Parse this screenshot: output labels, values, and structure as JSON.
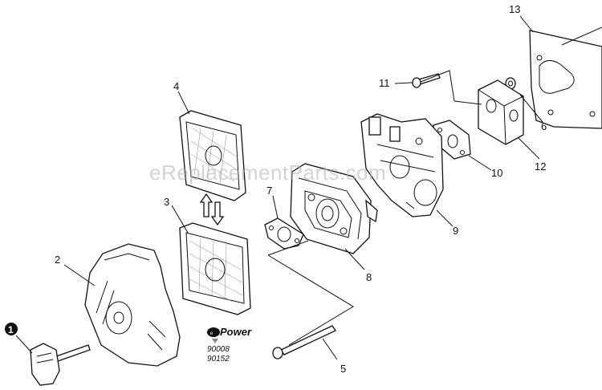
{
  "watermark": "eReplacementParts.com",
  "callouts": {
    "c1": "1",
    "c2": "2",
    "c3": "3",
    "c4": "4",
    "c5": "5",
    "c6": "6",
    "c7": "7",
    "c8": "8",
    "c9": "9",
    "c10": "10",
    "c11": "11",
    "c12": "12",
    "c13": "13"
  },
  "brand_badge": {
    "name": "Power",
    "codes": [
      "90008",
      "90152"
    ]
  },
  "colors": {
    "ink": "#111111",
    "watermark": "#b0b0b0"
  }
}
